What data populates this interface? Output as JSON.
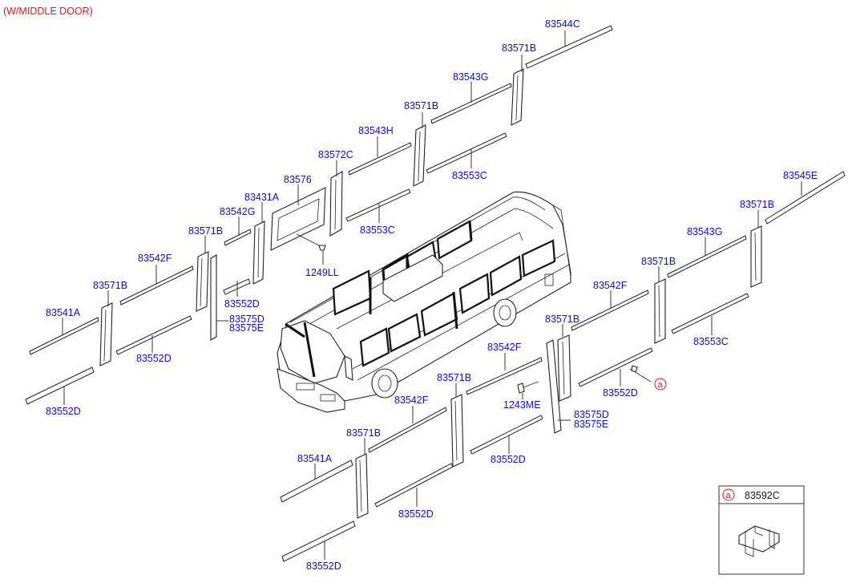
{
  "header": {
    "title": "(W/MIDDLE DOOR)"
  },
  "labels": {
    "l83544C": "83544C",
    "l83571B_top": "83571B",
    "l83543G_top": "83543G",
    "l83571B_2": "83571B",
    "l83543H": "83543H",
    "l83553C_1": "83553C",
    "l83572C": "83572C",
    "l83576": "83576",
    "l83553C_2": "83553C",
    "l83431A": "83431A",
    "l83542G": "83542G",
    "l1249LL": "1249LL",
    "l83571B_3": "83571B",
    "l83552D_1": "83552D",
    "l83575D_1": "83575D",
    "l83575E_1": "83575E",
    "l83542F_1": "83542F",
    "l83571B_4": "83571B",
    "l83541A_1": "83541A",
    "l83552D_2": "83552D",
    "l83552D_3": "83552D",
    "l83545E": "83545E",
    "l83571B_5": "83571B",
    "l83543G_2": "83543G",
    "l83571B_6": "83571B",
    "l83542F_2": "83542F",
    "l83553C_3": "83553C",
    "l83571B_7": "83571B",
    "l83552D_4": "83552D",
    "l83542F_3": "83542F",
    "l83571B_8": "83571B",
    "l1243ME": "1243ME",
    "l83575D_2": "83575D",
    "l83575E_2": "83575E",
    "l83542F_4": "83542F",
    "l83552D_5": "83552D",
    "l83571B_9": "83571B",
    "l83541A_2": "83541A",
    "l83552D_6": "83552D",
    "l83552D_7": "83552D"
  },
  "callout": {
    "marker": "a"
  },
  "legend": {
    "marker": "a",
    "part_number": "83592C"
  },
  "colors": {
    "part_number": "#0b0bd6",
    "header": "#e0141c",
    "line_art": "#222222"
  }
}
